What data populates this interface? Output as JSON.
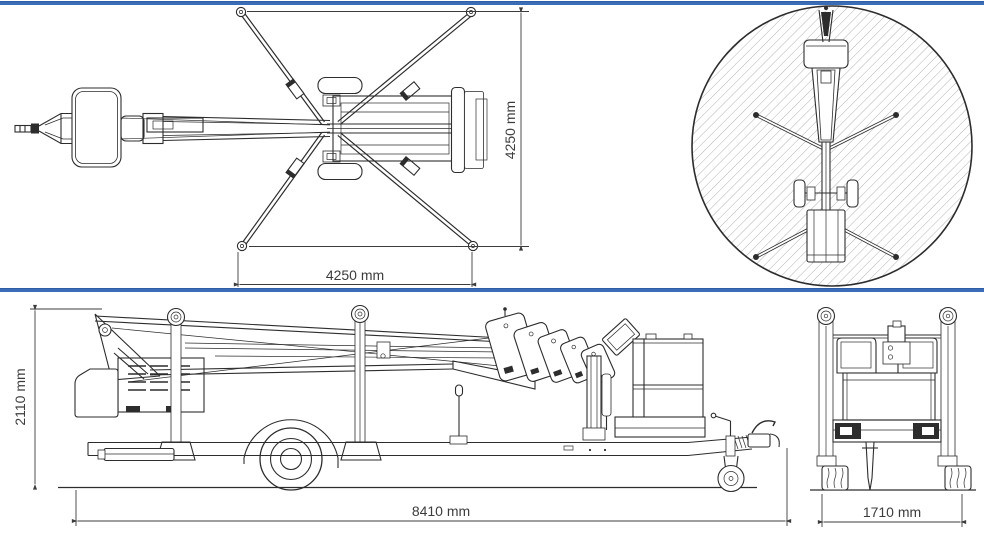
{
  "page": {
    "background": "#ffffff",
    "accent_color": "#3a6cb8",
    "line_color": "#2d2d2d"
  },
  "views": {
    "plan": {
      "label_length": "4250 mm",
      "label_width": "4250 mm"
    },
    "side": {
      "label_height": "2110 mm",
      "label_length": "8410 mm"
    },
    "rear": {
      "label_width": "1710 mm"
    }
  }
}
